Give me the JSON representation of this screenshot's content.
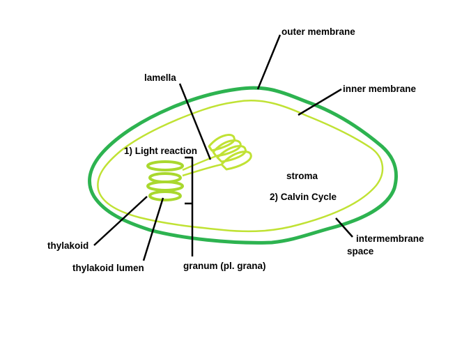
{
  "labels": {
    "outer_membrane": "outer membrane",
    "inner_membrane": "inner membrane",
    "lamella": "lamella",
    "light_reaction": "1) Light reaction",
    "stroma": "stroma",
    "calvin_cycle": "2) Calvin Cycle",
    "thylakoid": "thylakoid",
    "thylakoid_lumen": "thylakoid lumen",
    "granum": "granum (pl. grana)",
    "intermembrane_line1": "intermembrane",
    "intermembrane_line2": "space"
  },
  "colors": {
    "outer_membrane": "#2db350",
    "inner_membrane": "#c0e234",
    "grana": "#a9d82e",
    "leader_lines": "#000000",
    "background": "#ffffff"
  }
}
